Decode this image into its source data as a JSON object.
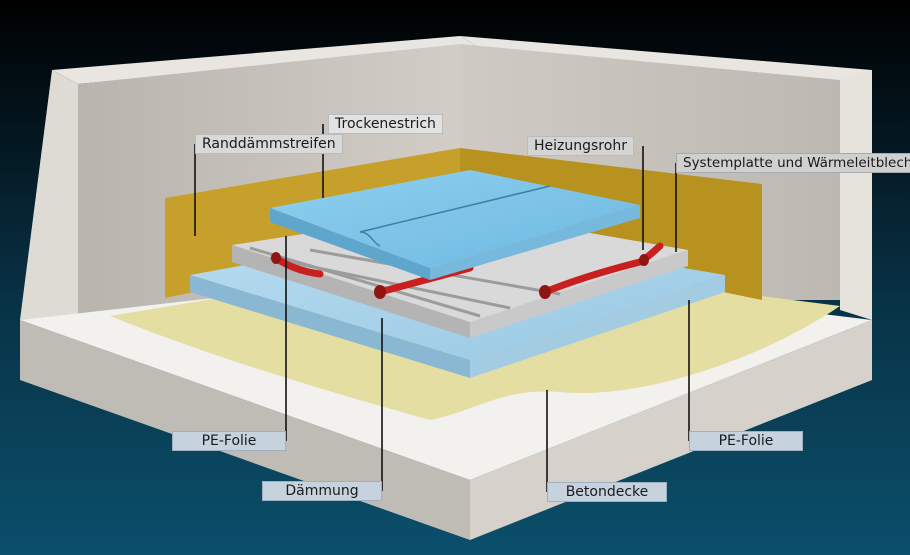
{
  "labels": {
    "randdaemmstreifen": "Randdämmstreifen",
    "trockenestrich": "Trockenestrich",
    "heizungsrohr": "Heizungsrohr",
    "systemplatte": "Systemplatte und Wärmeleitbleche",
    "pe_folie_left": "PE-Folie",
    "pe_folie_right": "PE-Folie",
    "daemmung": "Dämmung",
    "betondecke": "Betondecke"
  },
  "colors": {
    "background_top": "#000000",
    "background_bottom": "#0a4a66",
    "wall": "#c9c4bc",
    "edge_strip": "#c8a22a",
    "pe_film": "#e2dca0",
    "screed": "#7ec3e6",
    "insulation": "#a9d3ea",
    "pipe": "#c8201e",
    "system_board": "#cfcfcf",
    "label_bg": "#c6d3df"
  }
}
